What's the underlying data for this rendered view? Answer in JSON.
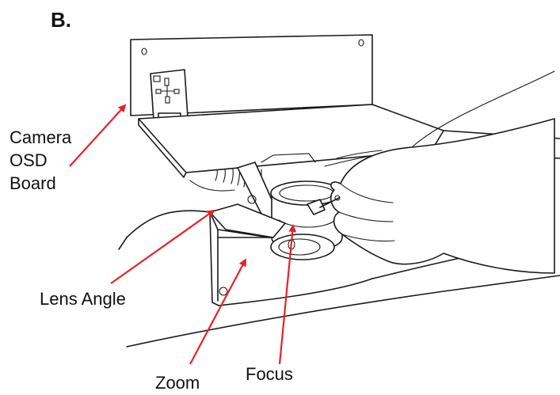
{
  "panel_label": "B.",
  "callouts": {
    "camera_osd_board": [
      "Camera",
      "OSD",
      "Board"
    ],
    "lens_angle": "Lens Angle",
    "zoom": "Zoom",
    "focus": "Focus"
  },
  "colors": {
    "arrow": "#e8202a",
    "line": "#1a1a1a",
    "background": "#ffffff"
  }
}
